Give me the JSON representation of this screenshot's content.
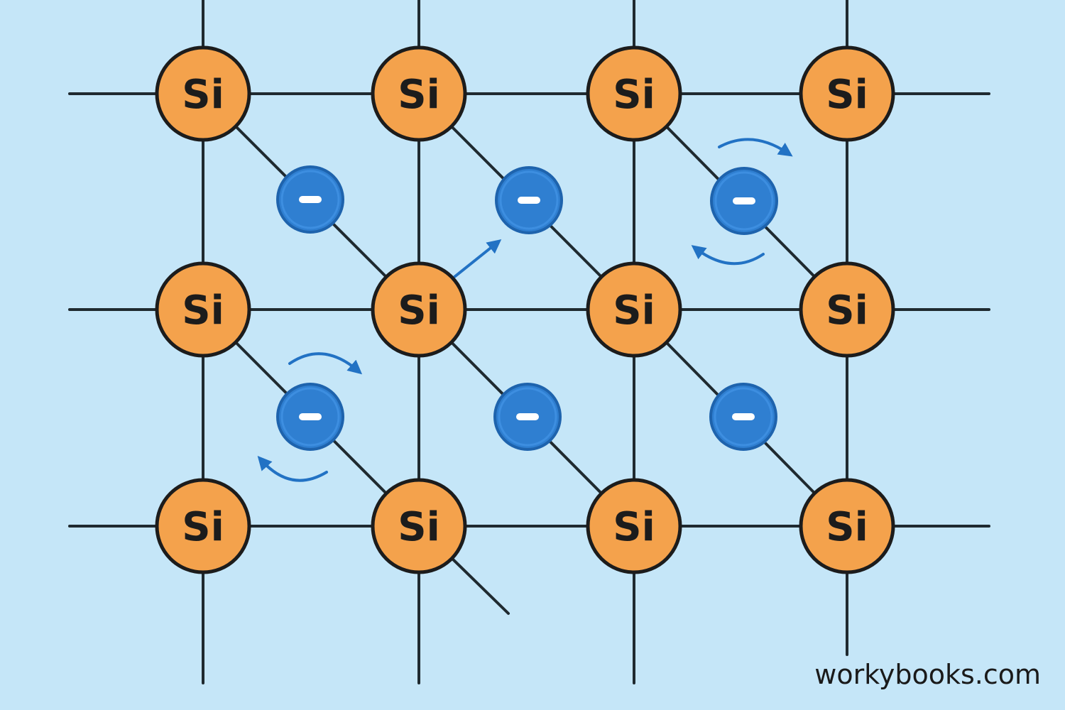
{
  "diagram": {
    "atom_symbol": "Si",
    "electron_symbol": "−",
    "colors": {
      "background": "#c5e6f8",
      "bond_line": "#1f2a30",
      "atom_fill": "#f4a24c",
      "atom_stroke": "#1c1c1c",
      "electron_fill": "#2f7fd1",
      "electron_stroke": "#1e63ad",
      "arrow": "#2272c4"
    },
    "atoms": [
      {
        "row": 0,
        "col": 0,
        "label": "Si"
      },
      {
        "row": 0,
        "col": 1,
        "label": "Si"
      },
      {
        "row": 0,
        "col": 2,
        "label": "Si"
      },
      {
        "row": 0,
        "col": 3,
        "label": "Si"
      },
      {
        "row": 1,
        "col": 0,
        "label": "Si"
      },
      {
        "row": 1,
        "col": 1,
        "label": "Si"
      },
      {
        "row": 1,
        "col": 2,
        "label": "Si"
      },
      {
        "row": 1,
        "col": 3,
        "label": "Si"
      },
      {
        "row": 2,
        "col": 0,
        "label": "Si"
      },
      {
        "row": 2,
        "col": 1,
        "label": "Si"
      },
      {
        "row": 2,
        "col": 2,
        "label": "Si"
      },
      {
        "row": 2,
        "col": 3,
        "label": "Si"
      }
    ],
    "electron_count": 6
  },
  "footer": {
    "watermark": "workybooks.com"
  }
}
